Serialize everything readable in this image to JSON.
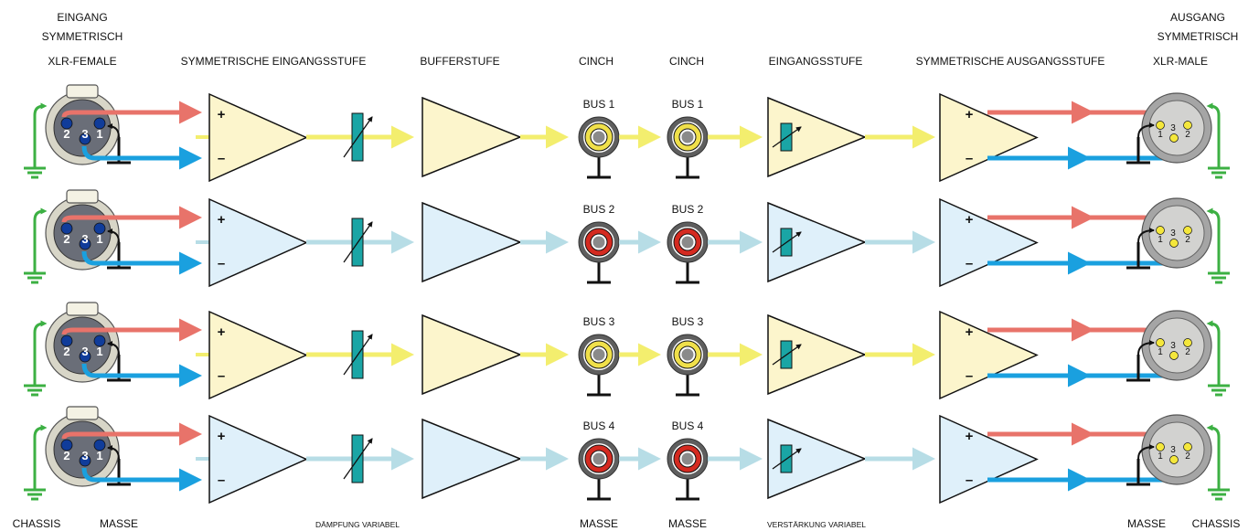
{
  "headers": {
    "input_line1": "EINGANG",
    "input_line2": "SYMMETRISCH",
    "input_line3": "XLR-FEMALE",
    "sym_input_stage": "SYMMETRISCHE EINGANGSSTUFE",
    "buffer_stage": "BUFFERSTUFE",
    "cinch_1": "CINCH",
    "cinch_2": "CINCH",
    "input_stage": "EINGANGSSTUFE",
    "sym_output_stage": "SYMMETRISCHE AUSGANGSSTUFE",
    "output_line1": "AUSGANG",
    "output_line2": "SYMMETRISCH",
    "output_line3": "XLR-MALE"
  },
  "footers": {
    "chassis_left": "CHASSIS",
    "masse_left": "MASSE",
    "attenuation": "DÄMPFUNG VARIABEL",
    "masse_cinch1": "MASSE",
    "masse_cinch2": "MASSE",
    "gain": "VERSTÄRKUNG VARIABEL",
    "masse_right": "MASSE",
    "chassis_right": "CHASSIS"
  },
  "channels": [
    {
      "bus": "BUS 1",
      "theme": "yellow"
    },
    {
      "bus": "BUS 2",
      "theme": "blue"
    },
    {
      "bus": "BUS 3",
      "theme": "yellow"
    },
    {
      "bus": "BUS 4",
      "theme": "blue"
    }
  ],
  "pins": {
    "p1": "1",
    "p2": "2",
    "p3": "3"
  },
  "amp_signs": {
    "plus": "+",
    "minus": "–"
  },
  "colors": {
    "hot": "#e8736a",
    "cold": "#1aa0df",
    "ground_chassis": "#3cb043",
    "yellow_fill": "#fcf5cc",
    "yellow_signal": "#f3ee6e",
    "blue_fill": "#dff0fa",
    "blue_signal": "#b7dde6",
    "pot": "#1aa5a5",
    "jack_yellow_ring": "#f0e04a",
    "jack_red_ring": "#d42a20",
    "pin_blue": "#103c9a",
    "pin_yellow": "#f4e73c"
  }
}
